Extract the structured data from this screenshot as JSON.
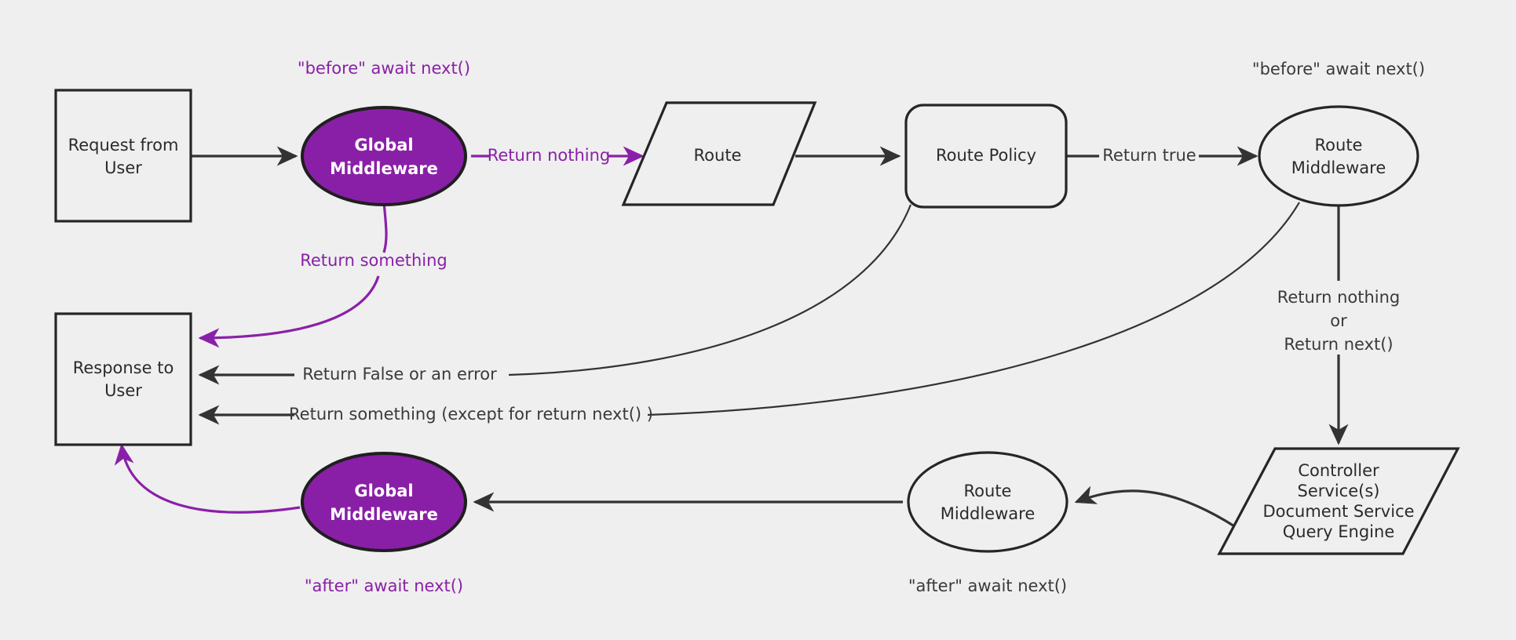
{
  "diagram": {
    "title": "Request lifecycle middleware flow",
    "background_color": "#efefef",
    "accent_color": "#8a1fa7",
    "line_color": "#333333",
    "nodes": {
      "request_from_user": {
        "line1": "Request from",
        "line2": "User",
        "shape": "rectangle"
      },
      "global_middleware_before": {
        "line1": "Global",
        "line2": "Middleware",
        "shape": "ellipse"
      },
      "route": {
        "line1": "Route",
        "shape": "parallelogram"
      },
      "route_policy": {
        "line1": "Route Policy",
        "shape": "rounded-rectangle"
      },
      "route_middleware_before": {
        "line1": "Route",
        "line2": "Middleware",
        "shape": "ellipse"
      },
      "controller_stack": {
        "line1": "Controller",
        "line2": "Service(s)",
        "line3": "Document Service",
        "line4": "Query Engine",
        "shape": "parallelogram"
      },
      "route_middleware_after": {
        "line1": "Route",
        "line2": "Middleware",
        "shape": "ellipse"
      },
      "global_middleware_after": {
        "line1": "Global",
        "line2": "Middleware",
        "shape": "ellipse"
      },
      "response_to_user": {
        "line1": "Response to",
        "line2": "User",
        "shape": "rectangle"
      }
    },
    "annotations": {
      "before_await_next_global": {
        "text": "\"before\" await next()",
        "color": "#8a20a8"
      },
      "before_await_next_route": {
        "text": "\"before\" await next()",
        "color": "#3a3a3a"
      },
      "after_await_next_global": {
        "text": "\"after\" await next()",
        "color": "#8a20a8"
      },
      "after_await_next_route": {
        "text": "\"after\" await next()",
        "color": "#3a3a3a"
      }
    },
    "edge_labels": {
      "return_nothing": {
        "text": "Return nothing",
        "color": "#8a20a8"
      },
      "return_something": {
        "text": "Return something",
        "color": "#8a20a8"
      },
      "return_true": {
        "text": "Return true",
        "color": "#3a3a3a"
      },
      "return_false_or_error": {
        "text": "Return False or an error",
        "color": "#3a3a3a"
      },
      "return_something_except_next": {
        "text": "Return something (except for return next() )",
        "color": "#3a3a3a"
      },
      "return_nothing_or_next_line1": {
        "text": "Return nothing",
        "color": "#3a3a3a"
      },
      "return_nothing_or_next_line2": {
        "text": "or",
        "color": "#3a3a3a"
      },
      "return_nothing_or_next_line3": {
        "text": "Return next()",
        "color": "#3a3a3a"
      }
    }
  }
}
